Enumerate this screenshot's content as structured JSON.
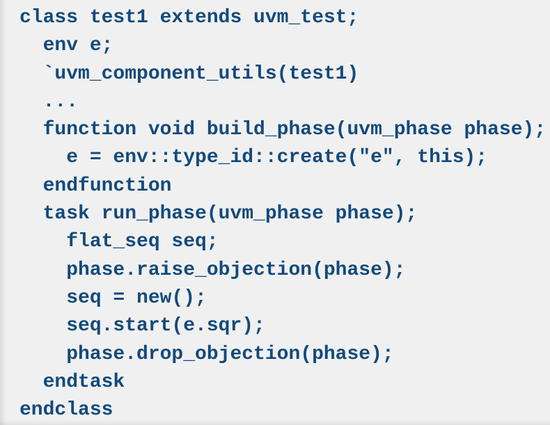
{
  "code": {
    "language": "systemverilog-uvm",
    "text_color": "#134a7c",
    "background_color": "#f0f0f0",
    "font_weight": "bold",
    "lines": [
      {
        "text": "class test1 extends uvm_test;"
      },
      {
        "text": "  env e;"
      },
      {
        "text": "  `uvm_component_utils(test1)"
      },
      {
        "text": "  ..."
      },
      {
        "text": "  function void build_phase(uvm_phase phase);"
      },
      {
        "text": "    e = env::type_id::create(\"e\", this);"
      },
      {
        "text": "  endfunction"
      },
      {
        "text": "  task run_phase(uvm_phase phase);"
      },
      {
        "text": "    flat_seq seq;"
      },
      {
        "text": "    phase.raise_objection(phase);"
      },
      {
        "text": "    seq = new();"
      },
      {
        "text": "    seq.start(e.sqr);"
      },
      {
        "text": "    phase.drop_objection(phase);"
      },
      {
        "text": "  endtask"
      },
      {
        "text": "endclass"
      }
    ]
  }
}
